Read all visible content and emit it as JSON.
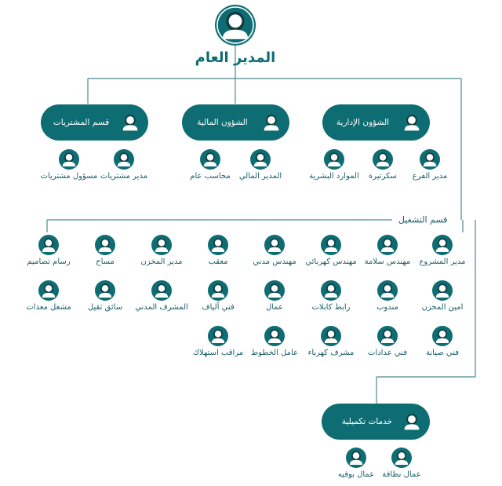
{
  "colors": {
    "teal": "#0e6d73",
    "line": "#4a8b90",
    "text": "#1b5f66"
  },
  "icon": "person-avatar-icon",
  "top": {
    "title": "المدير العام"
  },
  "branches": [
    {
      "name": "الشؤون الإدارية",
      "members": [
        "مدير الفرع",
        "سكرتيرة",
        "الموارد البشرية"
      ]
    },
    {
      "name": "الشؤون المالية",
      "members": [
        "المدير المالي",
        "محاسب عام"
      ]
    },
    {
      "name": "قسم المشتريات",
      "members": [
        "مدير مشتريات",
        "مسؤول مشتريات"
      ]
    }
  ],
  "operations": {
    "name": "قسم التشغيل",
    "rows": [
      [
        "مدير المشروع",
        "مهندس سلامة",
        "مهندس كهربائي",
        "مهندس مدني",
        "معقب",
        "مدير المخزن",
        "مساح",
        "رسام تصاميم"
      ],
      [
        "امين المخزن",
        "مندوب",
        "رابط كابلات",
        "عمال",
        "فني ألياف",
        "المشرف المدني",
        "سائق ثقيل",
        "مشغل معدات"
      ],
      [
        "فني صيانة",
        "فني عدادات",
        "مشرف كهرباء",
        "عامل الخطوط",
        "مراقب استهلاك"
      ]
    ]
  },
  "support": {
    "name": "خدمات تكميلية",
    "members": [
      "عمال نظافة",
      "عمال بوفيه"
    ]
  }
}
